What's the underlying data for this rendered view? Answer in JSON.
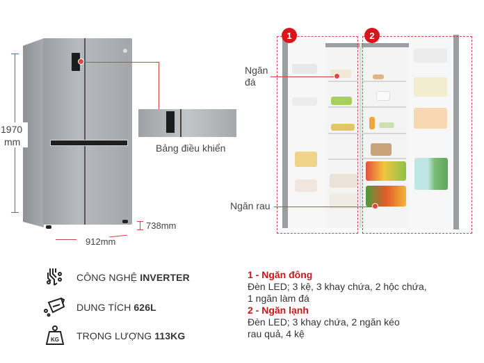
{
  "closed_fridge": {
    "height_label": "1970",
    "height_unit": "mm",
    "depth_label": "738mm",
    "width_label": "912mm",
    "control_panel_label": "Bảng điều khiển"
  },
  "open_fridge": {
    "zone_badges": [
      "1",
      "2"
    ],
    "ice_label_line1": "Ngăn",
    "ice_label_line2": "đá",
    "veg_label": "Ngăn rau"
  },
  "specs": [
    {
      "icon": "inverter-chip-icon",
      "label": "CÔNG NGHỆ ",
      "value": "INVERTER"
    },
    {
      "icon": "measuring-jug-icon",
      "label": "DUNG TÍCH ",
      "value": "626L"
    },
    {
      "icon": "kg-weight-icon",
      "label": "TRỌNG LƯỢNG ",
      "value": "113KG"
    }
  ],
  "compartments": [
    {
      "title": "1 - Ngăn đông",
      "desc_line1": "Đèn LED; 3 kệ, 3 khay chứa, 2 hộc chứa,",
      "desc_line2": "1 ngăn làm đá"
    },
    {
      "title": "2 - Ngăn lạnh",
      "desc_line1": "Đèn LED; 3 khay chứa, 2 ngăn kéo",
      "desc_line2": "rau quả, 4 kệ"
    }
  ],
  "colors": {
    "accent_red": "#c8161b",
    "line_red": "#cc4444",
    "steel": "#a5a8ac"
  }
}
